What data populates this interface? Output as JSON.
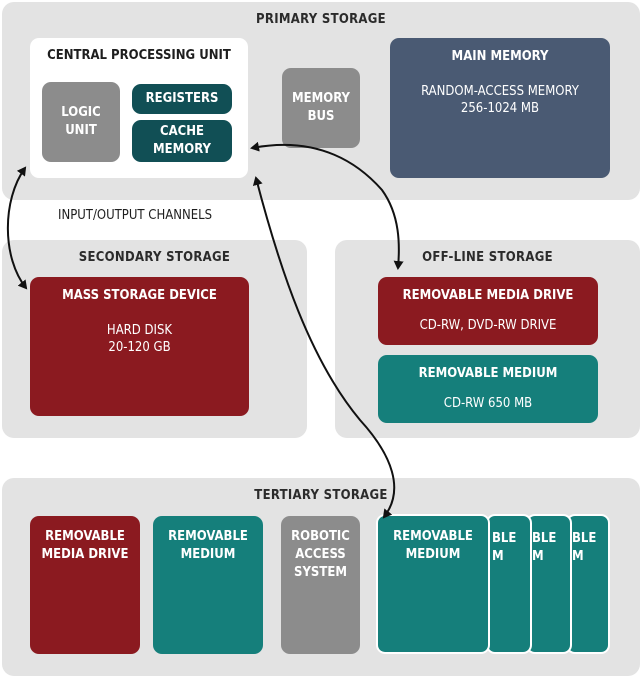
{
  "primary": {
    "title": "PRIMARY STORAGE",
    "cpu": {
      "title": "CENTRAL PROCESSING UNIT",
      "logic_unit": "LOGIC\nUNIT",
      "registers": "REGISTERS",
      "cache": "CACHE\nMEMORY"
    },
    "memory_bus": "MEMORY\nBUS",
    "main_memory": {
      "title": "MAIN MEMORY",
      "line1": "RANDOM-ACCESS MEMORY",
      "line2": "256-1024 MB"
    }
  },
  "io_label": "INPUT/OUTPUT CHANNELS",
  "secondary": {
    "title": "SECONDARY STORAGE",
    "device": {
      "title": "MASS STORAGE DEVICE",
      "line1": "HARD DISK",
      "line2": "20-120 GB"
    }
  },
  "offline": {
    "title": "OFF-LINE STORAGE",
    "drive": {
      "title": "REMOVABLE MEDIA DRIVE",
      "line1": "CD-RW, DVD-RW DRIVE"
    },
    "medium": {
      "title": "REMOVABLE MEDIUM",
      "line1": "CD-RW 650 MB"
    }
  },
  "tertiary": {
    "title": "TERTIARY STORAGE",
    "drive": "REMOVABLE\nMEDIA DRIVE",
    "medium": "REMOVABLE\nMEDIUM",
    "robotic": "ROBOTIC\nACCESS\nSYSTEM",
    "stack_medium": "REMOVABLE\nMEDIUM",
    "stack_fragment": "BLE\nM"
  },
  "colors": {
    "red": "#8b1a20",
    "teal": "#157f7b",
    "navy": "#4a5a73",
    "dark_teal": "#114f55",
    "gray": "#8c8c8c",
    "panel": "#e3e3e3"
  }
}
